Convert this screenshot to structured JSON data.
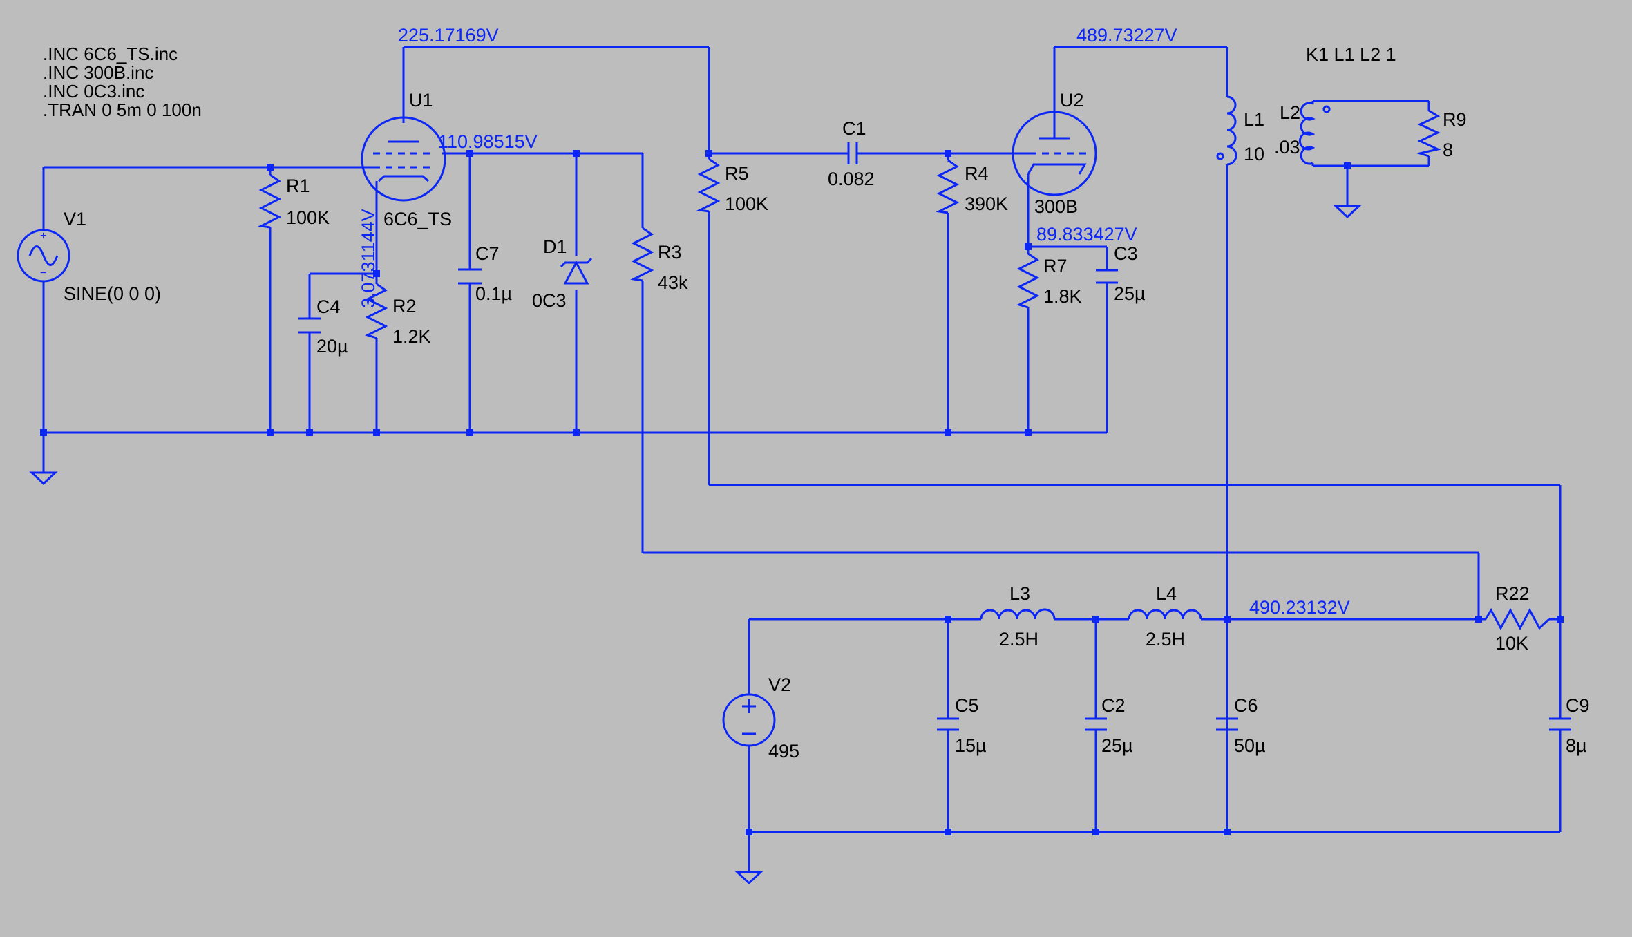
{
  "directives": [
    ".INC 6C6_TS.inc",
    ".INC 300B.inc",
    ".INC 0C3.inc",
    ".TRAN 0 5m 0 100n"
  ],
  "coupling": "K1 L1 L2 1",
  "voltages": {
    "u1_plate": "225.17169V",
    "u1_screen": "110.98515V",
    "u1_cathode": "3.0731144V",
    "u2_plate": "489.73227V",
    "u2_cathode": "89.833427V",
    "supply": "490.23132V"
  },
  "components": {
    "V1": {
      "name": "V1",
      "value": "SINE(0 0 0)"
    },
    "R1": {
      "name": "R1",
      "value": "100K"
    },
    "U1": {
      "name": "U1",
      "value": "6C6_TS"
    },
    "C4": {
      "name": "C4",
      "value": "20µ"
    },
    "R2": {
      "name": "R2",
      "value": "1.2K"
    },
    "C7": {
      "name": "C7",
      "value": "0.1µ"
    },
    "D1": {
      "name": "D1",
      "value": "0C3"
    },
    "R3": {
      "name": "R3",
      "value": "43k"
    },
    "R5": {
      "name": "R5",
      "value": "100K"
    },
    "C1": {
      "name": "C1",
      "value": "0.082"
    },
    "R4": {
      "name": "R4",
      "value": "390K"
    },
    "U2": {
      "name": "U2",
      "value": "300B"
    },
    "R7": {
      "name": "R7",
      "value": "1.8K"
    },
    "C3": {
      "name": "C3",
      "value": "25µ"
    },
    "L1": {
      "name": "L1",
      "value": "10"
    },
    "L2": {
      "name": "L2",
      "value": ".03"
    },
    "R9": {
      "name": "R9",
      "value": "8"
    },
    "V2": {
      "name": "V2",
      "value": "495"
    },
    "L3": {
      "name": "L3",
      "value": "2.5H"
    },
    "L4": {
      "name": "L4",
      "value": "2.5H"
    },
    "C5": {
      "name": "C5",
      "value": "15µ"
    },
    "C2": {
      "name": "C2",
      "value": "25µ"
    },
    "C6": {
      "name": "C6",
      "value": "50µ"
    },
    "R22": {
      "name": "R22",
      "value": "10K"
    },
    "C9": {
      "name": "C9",
      "value": "8µ"
    }
  }
}
